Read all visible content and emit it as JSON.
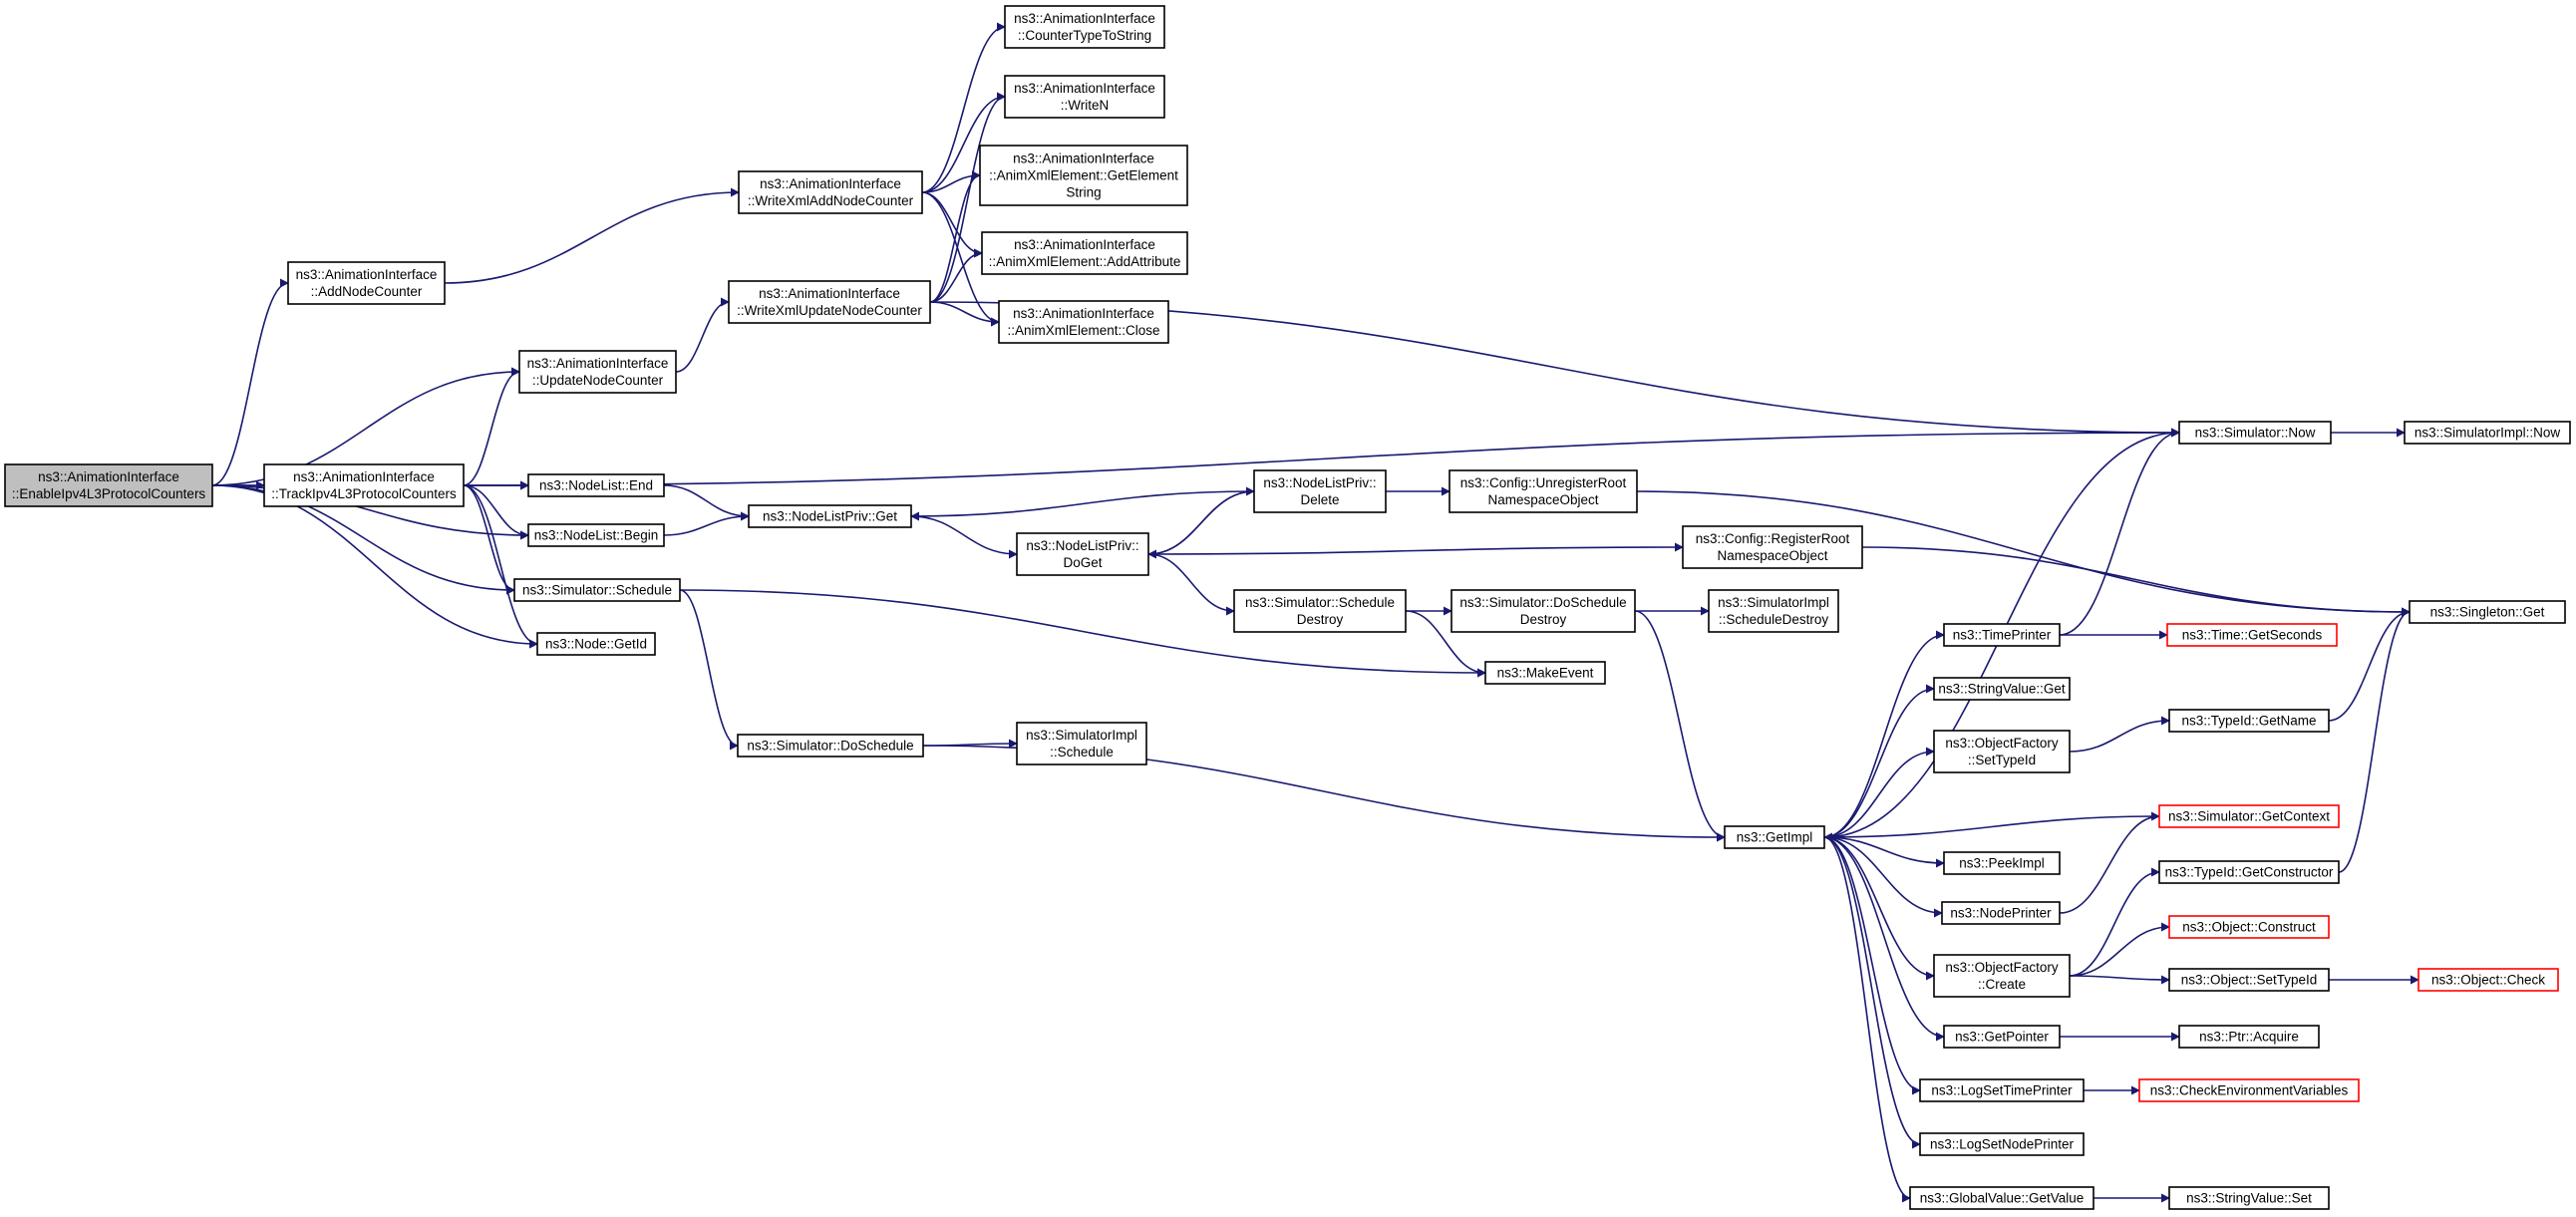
{
  "colors": {
    "edge": "#191970",
    "node_border": "#000000",
    "node_border_truncated": "#ff0000",
    "root_fill": "#bfbfbf",
    "node_fill": "#ffffff",
    "text": "#000000"
  },
  "nodes": [
    {
      "id": "root",
      "lines": [
        "ns3::AnimationInterface",
        "::EnableIpv4L3ProtocolCounters"
      ],
      "root": true
    },
    {
      "id": "addnodecounter",
      "lines": [
        "ns3::AnimationInterface",
        "::AddNodeCounter"
      ]
    },
    {
      "id": "trackipv4",
      "lines": [
        "ns3::AnimationInterface",
        "::TrackIpv4L3ProtocolCounters"
      ]
    },
    {
      "id": "updatenodecounter",
      "lines": [
        "ns3::AnimationInterface",
        "::UpdateNodeCounter"
      ]
    },
    {
      "id": "nodelistend",
      "lines": [
        "ns3::NodeList::End"
      ]
    },
    {
      "id": "nodelistbegin",
      "lines": [
        "ns3::NodeList::Begin"
      ]
    },
    {
      "id": "simschedule",
      "lines": [
        "ns3::Simulator::Schedule"
      ]
    },
    {
      "id": "nodegetid",
      "lines": [
        "ns3::Node::GetId"
      ]
    },
    {
      "id": "writexmladd",
      "lines": [
        "ns3::AnimationInterface",
        "::WriteXmlAddNodeCounter"
      ]
    },
    {
      "id": "writexmlupdate",
      "lines": [
        "ns3::AnimationInterface",
        "::WriteXmlUpdateNodeCounter"
      ]
    },
    {
      "id": "countertype",
      "lines": [
        "ns3::AnimationInterface",
        "::CounterTypeToString"
      ]
    },
    {
      "id": "writen",
      "lines": [
        "ns3::AnimationInterface",
        "::WriteN"
      ]
    },
    {
      "id": "getelement",
      "lines": [
        "ns3::AnimationInterface",
        "::AnimXmlElement::GetElement",
        "String"
      ]
    },
    {
      "id": "addattribute",
      "lines": [
        "ns3::AnimationInterface",
        "::AnimXmlElement::AddAttribute"
      ]
    },
    {
      "id": "close",
      "lines": [
        "ns3::AnimationInterface",
        "::AnimXmlElement::Close"
      ]
    },
    {
      "id": "nodelistprivget",
      "lines": [
        "ns3::NodeListPriv::Get"
      ]
    },
    {
      "id": "nodelistprivdelete",
      "lines": [
        "ns3::NodeListPriv::",
        "Delete"
      ]
    },
    {
      "id": "nodelistprivdoget",
      "lines": [
        "ns3::NodeListPriv::",
        "DoGet"
      ]
    },
    {
      "id": "unregister",
      "lines": [
        "ns3::Config::UnregisterRoot",
        "NamespaceObject"
      ]
    },
    {
      "id": "register",
      "lines": [
        "ns3::Config::RegisterRoot",
        "NamespaceObject"
      ]
    },
    {
      "id": "simschedestroy",
      "lines": [
        "ns3::Simulator::Schedule",
        "Destroy"
      ]
    },
    {
      "id": "simdoscheddestroy",
      "lines": [
        "ns3::Simulator::DoSchedule",
        "Destroy"
      ]
    },
    {
      "id": "implscheddestroy",
      "lines": [
        "ns3::SimulatorImpl",
        "::ScheduleDestroy"
      ]
    },
    {
      "id": "makeevent",
      "lines": [
        "ns3::MakeEvent"
      ]
    },
    {
      "id": "simdoschedule",
      "lines": [
        "ns3::Simulator::DoSchedule"
      ]
    },
    {
      "id": "implschedule",
      "lines": [
        "ns3::SimulatorImpl",
        "::Schedule"
      ]
    },
    {
      "id": "simnow",
      "lines": [
        "ns3::Simulator::Now"
      ]
    },
    {
      "id": "implnow",
      "lines": [
        "ns3::SimulatorImpl::Now"
      ]
    },
    {
      "id": "singletonget",
      "lines": [
        "ns3::Singleton::Get"
      ]
    },
    {
      "id": "timeprinter",
      "lines": [
        "ns3::TimePrinter"
      ]
    },
    {
      "id": "timegetseconds",
      "lines": [
        "ns3::Time::GetSeconds"
      ],
      "truncated": true
    },
    {
      "id": "stringvalueget",
      "lines": [
        "ns3::StringValue::Get"
      ]
    },
    {
      "id": "ofsettypeid",
      "lines": [
        "ns3::ObjectFactory",
        "::SetTypeId"
      ]
    },
    {
      "id": "typeidgetname",
      "lines": [
        "ns3::TypeId::GetName"
      ]
    },
    {
      "id": "getimpl",
      "lines": [
        "ns3::GetImpl"
      ]
    },
    {
      "id": "simgetcontext",
      "lines": [
        "ns3::Simulator::GetContext"
      ],
      "truncated": true
    },
    {
      "id": "peekimpl",
      "lines": [
        "ns3::PeekImpl"
      ]
    },
    {
      "id": "nodeprinter",
      "lines": [
        "ns3::NodePrinter"
      ]
    },
    {
      "id": "typeidgetconstructor",
      "lines": [
        "ns3::TypeId::GetConstructor"
      ]
    },
    {
      "id": "ofcreate",
      "lines": [
        "ns3::ObjectFactory",
        "::Create"
      ]
    },
    {
      "id": "objconstruct",
      "lines": [
        "ns3::Object::Construct"
      ],
      "truncated": true
    },
    {
      "id": "objsettypeid",
      "lines": [
        "ns3::Object::SetTypeId"
      ]
    },
    {
      "id": "objcheck",
      "lines": [
        "ns3::Object::Check"
      ],
      "truncated": true
    },
    {
      "id": "getpointer",
      "lines": [
        "ns3::GetPointer"
      ]
    },
    {
      "id": "ptracquire",
      "lines": [
        "ns3::Ptr::Acquire"
      ]
    },
    {
      "id": "logsettimeprinter",
      "lines": [
        "ns3::LogSetTimePrinter"
      ]
    },
    {
      "id": "checkenv",
      "lines": [
        "ns3::CheckEnvironmentVariables"
      ],
      "truncated": true
    },
    {
      "id": "logsetnodeprinter",
      "lines": [
        "ns3::LogSetNodePrinter"
      ]
    },
    {
      "id": "globalvaluegetvalue",
      "lines": [
        "ns3::GlobalValue::GetValue"
      ]
    },
    {
      "id": "stringvalueset",
      "lines": [
        "ns3::StringValue::Set"
      ]
    }
  ],
  "edges": [
    [
      "root",
      "addnodecounter"
    ],
    [
      "root",
      "updatenodecounter"
    ],
    [
      "root",
      "nodelistend"
    ],
    [
      "root",
      "trackipv4"
    ],
    [
      "root",
      "nodelistbegin"
    ],
    [
      "root",
      "simschedule"
    ],
    [
      "root",
      "nodegetid"
    ],
    [
      "addnodecounter",
      "writexmladd"
    ],
    [
      "trackipv4",
      "updatenodecounter"
    ],
    [
      "trackipv4",
      "simnow"
    ],
    [
      "trackipv4",
      "nodelistend"
    ],
    [
      "trackipv4",
      "nodelistbegin"
    ],
    [
      "trackipv4",
      "simschedule"
    ],
    [
      "trackipv4",
      "nodegetid"
    ],
    [
      "updatenodecounter",
      "writexmlupdate"
    ],
    [
      "writexmladd",
      "countertype"
    ],
    [
      "writexmladd",
      "writen"
    ],
    [
      "writexmladd",
      "getelement"
    ],
    [
      "writexmladd",
      "addattribute"
    ],
    [
      "writexmladd",
      "close"
    ],
    [
      "writexmlupdate",
      "writen"
    ],
    [
      "writexmlupdate",
      "getelement"
    ],
    [
      "writexmlupdate",
      "addattribute"
    ],
    [
      "writexmlupdate",
      "close"
    ],
    [
      "writexmlupdate",
      "simnow"
    ],
    [
      "nodelistend",
      "nodelistprivget"
    ],
    [
      "nodelistbegin",
      "nodelistprivget"
    ],
    [
      "simschedule",
      "makeevent"
    ],
    [
      "simschedule",
      "simdoschedule"
    ],
    [
      "simdoschedule",
      "implschedule"
    ],
    [
      "simdoschedule",
      "getimpl"
    ],
    [
      "nodelistprivget",
      "nodelistprivdoget"
    ],
    [
      "nodelistprivdelete",
      "nodelistprivget"
    ],
    [
      "nodelistprivdelete",
      "nodelistprivdoget"
    ],
    [
      "nodelistprivdelete",
      "unregister"
    ],
    [
      "nodelistprivdoget",
      "nodelistprivdelete"
    ],
    [
      "nodelistprivdoget",
      "register"
    ],
    [
      "nodelistprivdoget",
      "simschedestroy"
    ],
    [
      "unregister",
      "singletonget"
    ],
    [
      "register",
      "singletonget"
    ],
    [
      "simschedestroy",
      "simdoscheddestroy"
    ],
    [
      "simschedestroy",
      "makeevent"
    ],
    [
      "simdoscheddestroy",
      "implscheddestroy"
    ],
    [
      "simdoscheddestroy",
      "getimpl"
    ],
    [
      "simnow",
      "implnow"
    ],
    [
      "getimpl",
      "simnow"
    ],
    [
      "getimpl",
      "timeprinter"
    ],
    [
      "getimpl",
      "stringvalueget"
    ],
    [
      "getimpl",
      "ofsettypeid"
    ],
    [
      "getimpl",
      "peekimpl"
    ],
    [
      "getimpl",
      "nodeprinter"
    ],
    [
      "getimpl",
      "ofcreate"
    ],
    [
      "getimpl",
      "getpointer"
    ],
    [
      "getimpl",
      "logsettimeprinter"
    ],
    [
      "getimpl",
      "logsetnodeprinter"
    ],
    [
      "getimpl",
      "globalvaluegetvalue"
    ],
    [
      "simgetcontext",
      "getimpl"
    ],
    [
      "timeprinter",
      "simnow"
    ],
    [
      "timeprinter",
      "timegetseconds"
    ],
    [
      "ofsettypeid",
      "typeidgetname"
    ],
    [
      "typeidgetname",
      "singletonget"
    ],
    [
      "nodeprinter",
      "simgetcontext"
    ],
    [
      "ofcreate",
      "typeidgetconstructor"
    ],
    [
      "ofcreate",
      "objconstruct"
    ],
    [
      "ofcreate",
      "objsettypeid"
    ],
    [
      "typeidgetconstructor",
      "singletonget"
    ],
    [
      "objsettypeid",
      "objcheck"
    ],
    [
      "getpointer",
      "ptracquire"
    ],
    [
      "logsettimeprinter",
      "checkenv"
    ],
    [
      "globalvaluegetvalue",
      "stringvalueset"
    ]
  ]
}
